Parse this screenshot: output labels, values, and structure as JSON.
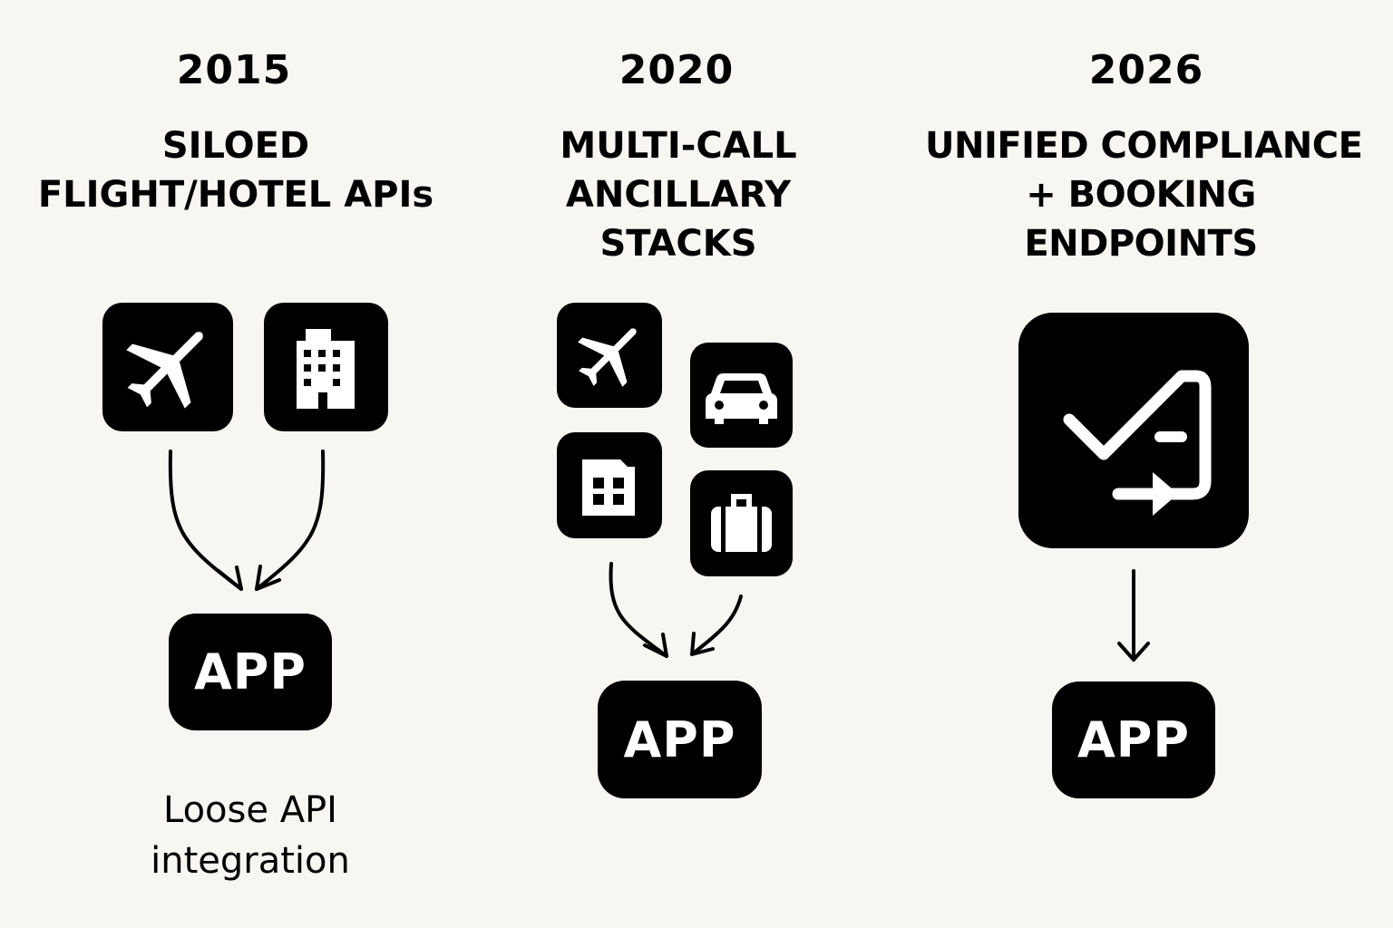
{
  "columns": [
    {
      "year": "2015",
      "heading_lines": [
        "SILOED",
        "FLIGHT/HOTEL APIs"
      ],
      "icons": [
        "airplane-icon",
        "hotel-building-icon"
      ],
      "app_label": "APP",
      "caption_lines": [
        "Loose API",
        "integration"
      ]
    },
    {
      "year": "2020",
      "heading_lines": [
        "MULTI-CALL",
        "ANCILLARY",
        "STACKS"
      ],
      "icons": [
        "airplane-icon",
        "car-icon",
        "building-icon",
        "luggage-icon"
      ],
      "app_label": "APP"
    },
    {
      "year": "2026",
      "heading_lines": [
        "UNIFIED COMPLIANCE",
        "+ BOOKING",
        "ENDPOINTS"
      ],
      "icons": [
        "checkmark-booking-icon"
      ],
      "app_label": "APP"
    }
  ],
  "colors": {
    "background": "#f7f6f2",
    "foreground": "#000000",
    "icon": "#ffffff"
  }
}
